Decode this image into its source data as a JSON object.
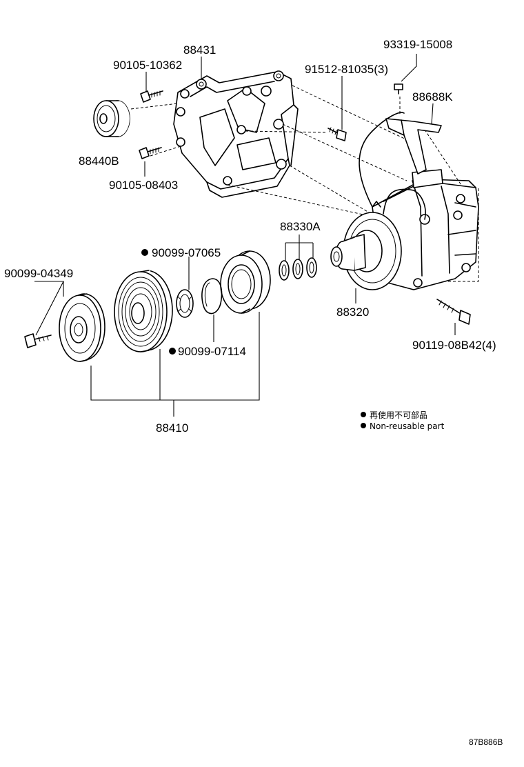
{
  "parts": {
    "p88431": "88431",
    "p90105_10362": "90105-10362",
    "p91512_81035": "91512-81035(3)",
    "p93319_15008": "93319-15008",
    "p88688k": "88688K",
    "p88440b": "88440B",
    "p90105_08403": "90105-08403",
    "p88330a": "88330A",
    "p90099_07065": "90099-07065",
    "p90099_04349": "90099-04349",
    "p88320": "88320",
    "p90099_07114": "90099-07114",
    "p90119_08b42": "90119-08B42(4)",
    "p88410": "88410"
  },
  "legend": {
    "japanese": "再使用不可部品",
    "english": "Non-reusable part"
  },
  "diagram_code": "87B886B"
}
